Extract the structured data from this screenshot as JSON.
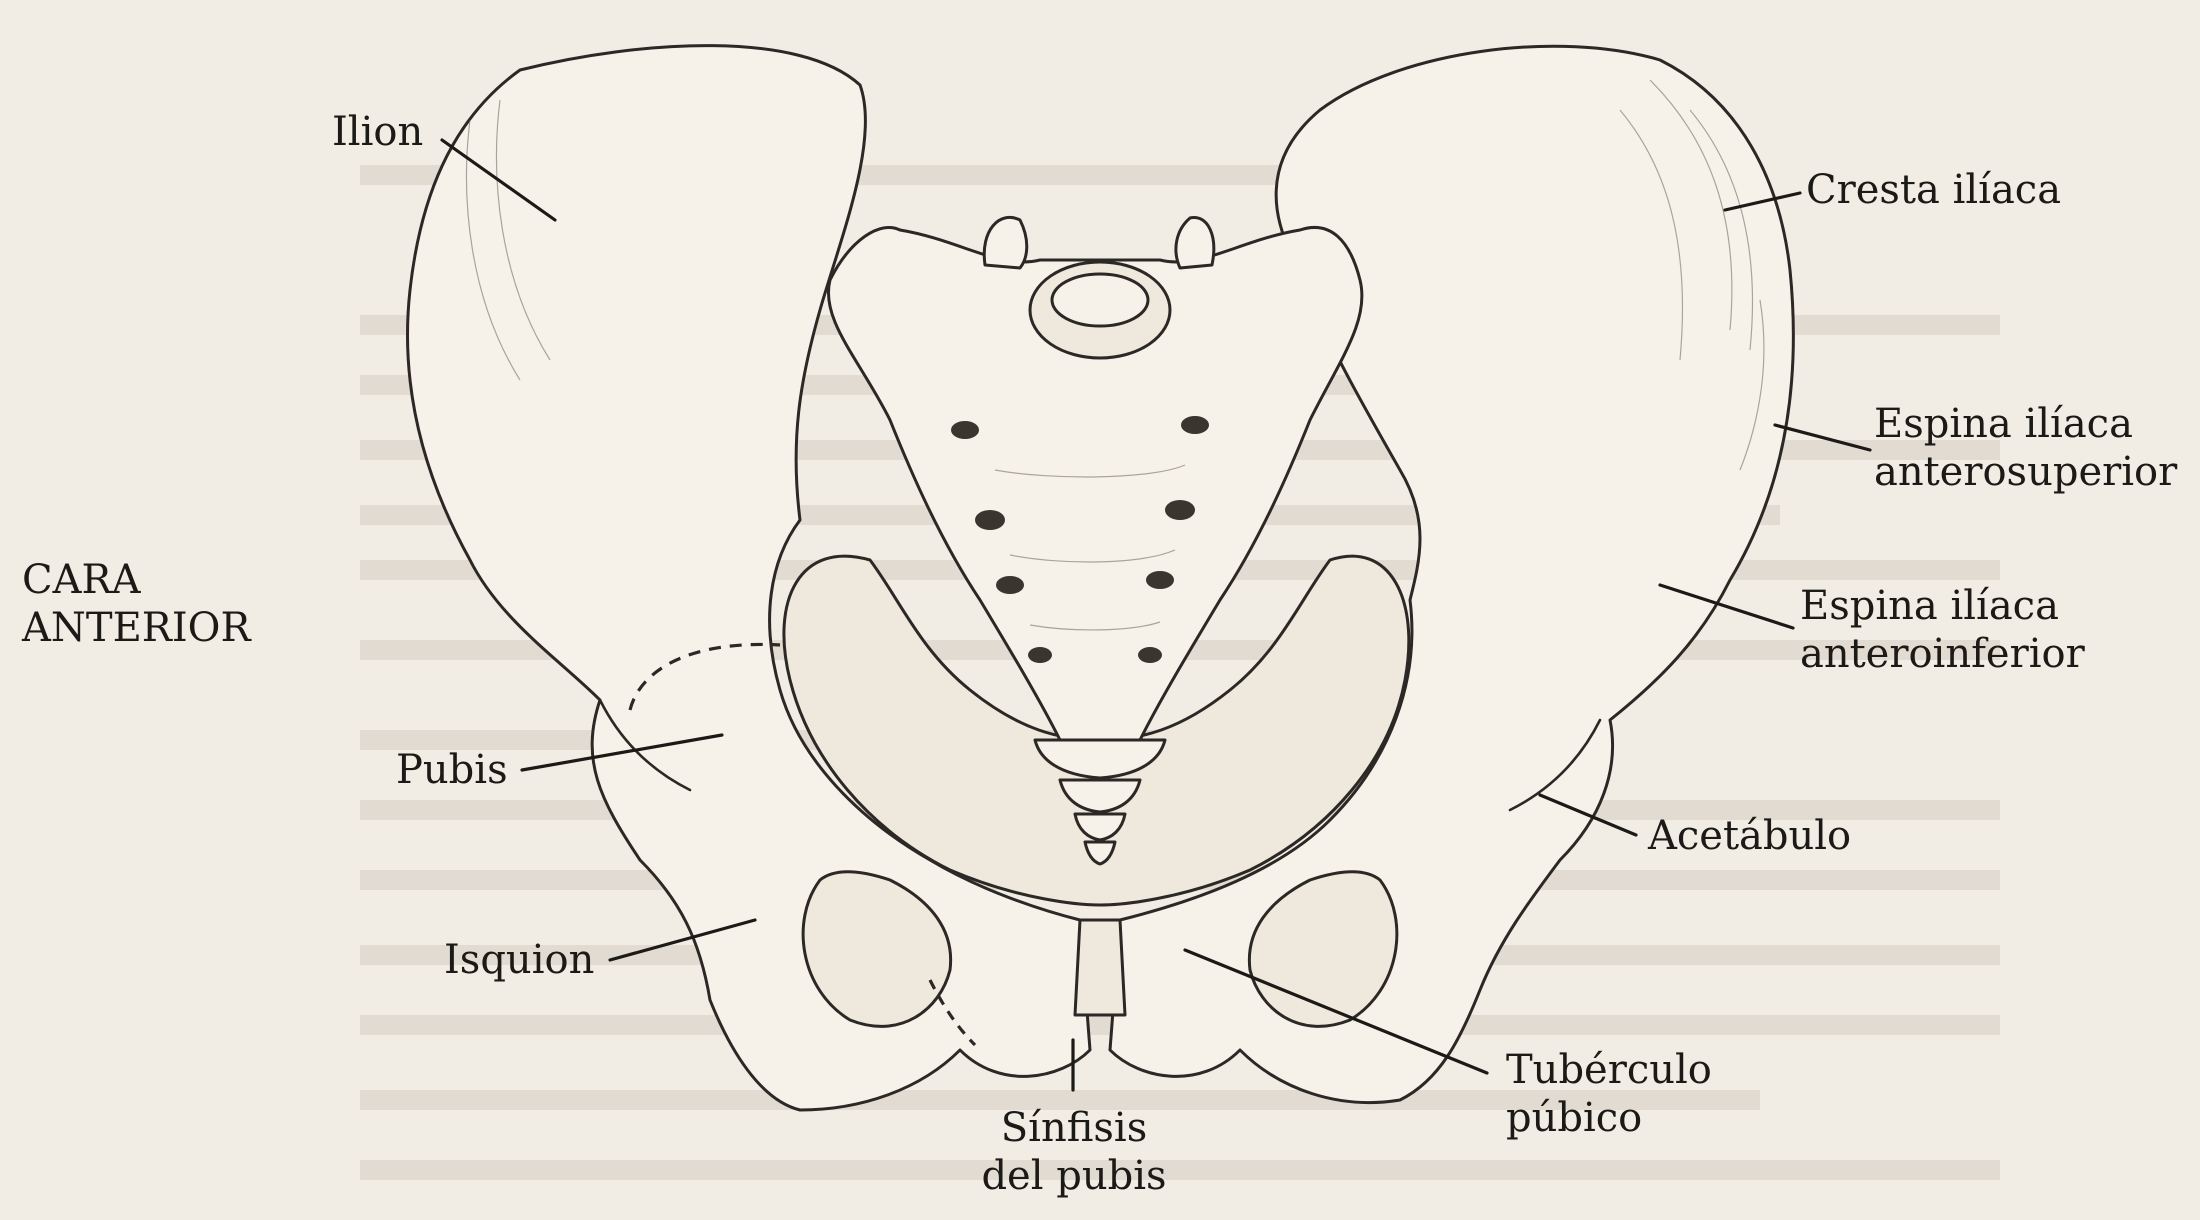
{
  "figure": {
    "side_label": [
      "CARA",
      "ANTERIOR"
    ]
  },
  "labels": {
    "ilion": "Ilion",
    "cresta_iliaca": "Cresta ilíaca",
    "espina_antero_superior": [
      "Espina ilíaca",
      "anterosuperior"
    ],
    "espina_antero_inferior": [
      "Espina ilíaca",
      "anteroinferior"
    ],
    "pubis": "Pubis",
    "acetabulo": "Acetábulo",
    "isquion": "Isquion",
    "tuberculo_pubico": [
      "Tubérculo",
      "púbico"
    ],
    "sinfisis": [
      "Sínfisis",
      "del pubis"
    ]
  },
  "colors": {
    "paper": "#f1ece4",
    "ink": "#2b2825",
    "bone": "#f6f2ea"
  }
}
